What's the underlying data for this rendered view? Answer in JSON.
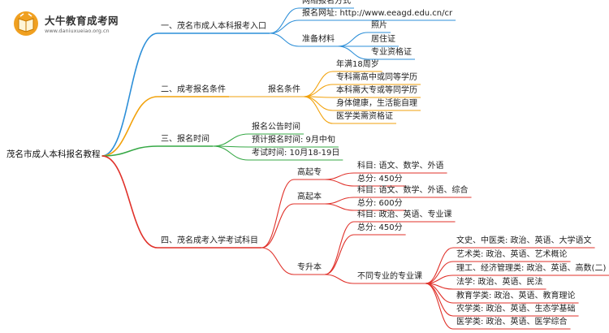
{
  "logo": {
    "title": "大牛教育成考网",
    "url": "www.daniuxueiao.org.cn",
    "colors": {
      "badge": "#f0a020",
      "book": "#fff5d6"
    }
  },
  "colors": {
    "blue": "#2d8fd8",
    "orange": "#f2a20c",
    "green": "#35a845",
    "red": "#e0312a"
  },
  "root": "茂名市成人本科报名教程",
  "branches": [
    {
      "label": "一、茂名市成人本科报考入口",
      "color": "blue",
      "children": [
        {
          "label": "网络报名方式"
        },
        {
          "label": "报名网址: http://www.eeagd.edu.cn/cr"
        },
        {
          "label": "准备材料",
          "children": [
            {
              "label": "照片"
            },
            {
              "label": "居住证"
            },
            {
              "label": "专业资格证"
            }
          ]
        }
      ]
    },
    {
      "label": "二、成考报名条件",
      "color": "orange",
      "children": [
        {
          "label": "报名条件",
          "children": [
            {
              "label": "年满18周岁"
            },
            {
              "label": "专科需高中或同等学历"
            },
            {
              "label": "本科需大专或等同学历"
            },
            {
              "label": "身体健康，生活能自理"
            },
            {
              "label": "医学类需资格证"
            }
          ]
        }
      ]
    },
    {
      "label": "三、报名时间",
      "color": "green",
      "children": [
        {
          "label": "报名公告时间"
        },
        {
          "label": "预计报名时间: 9月中旬"
        },
        {
          "label": "考试时间: 10月18-19日"
        }
      ]
    },
    {
      "label": "四、茂名成考入学考试科目",
      "color": "red",
      "children": [
        {
          "label": "高起专",
          "children": [
            {
              "label": "科目: 语文、数学、外语"
            },
            {
              "label": "总分: 450分"
            }
          ]
        },
        {
          "label": "高起本",
          "children": [
            {
              "label": "科目: 语文、数学、外语、综合"
            },
            {
              "label": "总分: 600分"
            }
          ]
        },
        {
          "label": "专升本",
          "children": [
            {
              "label": "科目: 政治、英语、专业课"
            },
            {
              "label": "总分: 450分"
            },
            {
              "label": "不同专业的专业课",
              "children": [
                {
                  "label": "文史、中医类: 政治、英语、大学语文"
                },
                {
                  "label": "艺术类: 政治、英语、艺术概论"
                },
                {
                  "label": "理工、经济管理类: 政治、英语、高数(二)"
                },
                {
                  "label": "法学: 政治、英语、民法"
                },
                {
                  "label": "教育学类: 政治、英语、教育理论"
                },
                {
                  "label": "农学类: 政治、英语、生态学基础"
                },
                {
                  "label": "医学类: 政治、英语、医学综合"
                }
              ]
            }
          ]
        }
      ]
    }
  ]
}
